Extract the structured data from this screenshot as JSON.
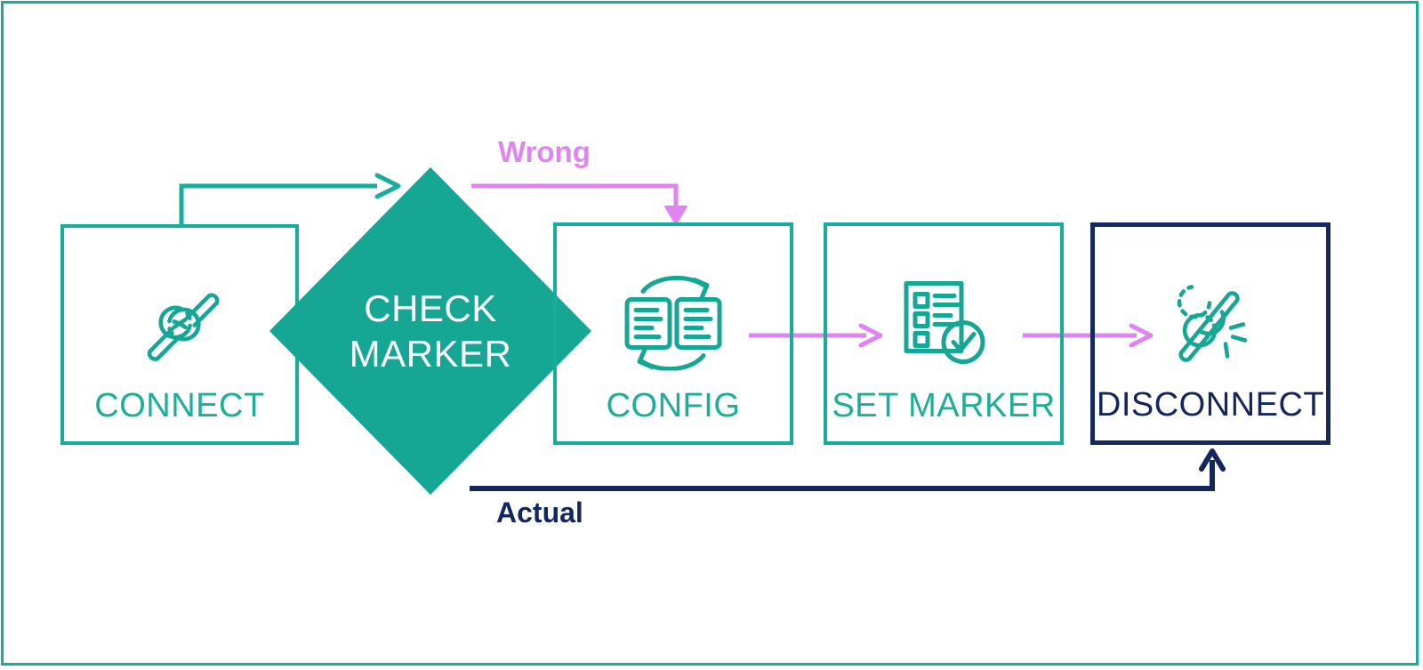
{
  "diagram": {
    "title_visible": false,
    "colors": {
      "teal": "#16ad9a",
      "teal_fill": "#16a794",
      "navy": "#13275c",
      "magenta": "#df84f0",
      "background": "#ffffff"
    },
    "frame": {
      "name": "slide-border",
      "color": "#16ad9a"
    }
  },
  "nodes": [
    {
      "id": "connect",
      "label": "CONNECT",
      "shape": "rectangle",
      "border_color": "#16ad9a",
      "label_color": "#1aaf96",
      "icon": "broken-link-icon"
    },
    {
      "id": "check-marker",
      "label_lines": [
        "CHECK",
        "MARKER"
      ],
      "label": "CHECK MARKER",
      "shape": "diamond",
      "fill_color": "#16a794",
      "label_color": "#ffffff",
      "icon": null
    },
    {
      "id": "config",
      "label": "CONFIG",
      "shape": "rectangle",
      "border_color": "#16ad9a",
      "label_color": "#1aaf96",
      "icon": "sync-documents-icon"
    },
    {
      "id": "set-marker",
      "label": "SET MARKER",
      "shape": "rectangle",
      "border_color": "#16ad9a",
      "label_color": "#1aaf96",
      "icon": "checklist-approved-icon"
    },
    {
      "id": "disconnect",
      "label": "DISCONNECT",
      "shape": "rectangle",
      "border_color": "#13275c",
      "label_color": "#13275c",
      "icon": "unlink-icon"
    }
  ],
  "edges": [
    {
      "id": "connect-to-check",
      "from": "connect",
      "to": "check-marker",
      "label": "",
      "color": "#16ad9a",
      "style": "orthogonal-up-right-arrow"
    },
    {
      "id": "check-to-config",
      "from": "check-marker",
      "to": "config",
      "label": "Wrong",
      "label_color": "#df84f0",
      "color": "#df84f0",
      "style": "orthogonal-right-down-arrow"
    },
    {
      "id": "config-to-set-marker",
      "from": "config",
      "to": "set-marker",
      "label": "",
      "color": "#df84f0",
      "style": "straight-right-arrow"
    },
    {
      "id": "set-marker-to-disconnect",
      "from": "set-marker",
      "to": "disconnect",
      "label": "",
      "color": "#df84f0",
      "style": "straight-right-arrow"
    },
    {
      "id": "check-to-disconnect",
      "from": "check-marker",
      "to": "disconnect",
      "label": "Actual",
      "label_color": "#13275c",
      "color": "#13275c",
      "style": "orthogonal-right-up-arrow"
    }
  ],
  "labels": {
    "wrong": "Wrong",
    "actual": "Actual"
  }
}
